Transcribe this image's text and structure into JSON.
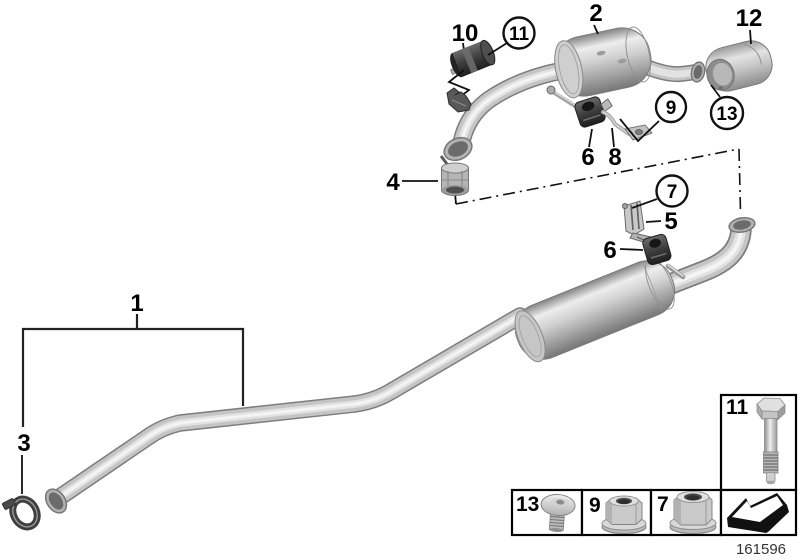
{
  "diagram": {
    "doc_number": "161596",
    "colors": {
      "background": "#ffffff",
      "line": "#111111",
      "pipe_body": "#c5c5c5",
      "pipe_edge": "#7d7d7d",
      "rubber_dark": "#3a3a3a"
    },
    "callouts": {
      "n1": {
        "label": "1",
        "circled": false
      },
      "n2": {
        "label": "2",
        "circled": false
      },
      "n3": {
        "label": "3",
        "circled": false
      },
      "n4": {
        "label": "4",
        "circled": false
      },
      "n5": {
        "label": "5",
        "circled": false
      },
      "n6a": {
        "label": "6",
        "circled": false
      },
      "n6b": {
        "label": "6",
        "circled": false
      },
      "n8": {
        "label": "8",
        "circled": false
      },
      "n10": {
        "label": "10",
        "circled": false
      },
      "n12": {
        "label": "12",
        "circled": false
      },
      "c7": {
        "label": "7",
        "circled": true
      },
      "c9": {
        "label": "9",
        "circled": true
      },
      "c11": {
        "label": "11",
        "circled": true
      },
      "c13": {
        "label": "13",
        "circled": true
      }
    },
    "legend": {
      "bolt_cell": {
        "label": "11",
        "icon": "hex-bolt-icon"
      },
      "screw_cell": {
        "label": "13",
        "icon": "torx-screw-icon"
      },
      "nut_cell_9": {
        "label": "9",
        "icon": "flange-nut-icon"
      },
      "nut_cell_7": {
        "label": "7",
        "icon": "flange-nut-icon"
      },
      "arrow_cell": {
        "icon": "direction-arrow-icon"
      }
    }
  }
}
